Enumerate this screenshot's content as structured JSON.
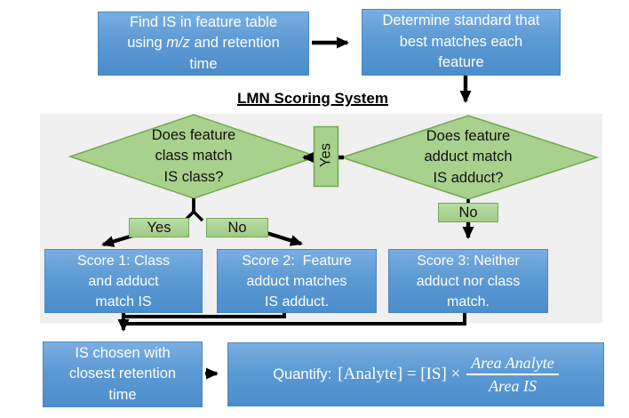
{
  "top": {
    "find_part1": "Find IS in feature table\nusing ",
    "find_italic": "m/z",
    "find_part2": " and retention\ntime",
    "determine": "Determine standard that\nbest matches each\nfeature"
  },
  "scoring": {
    "title": "LMN Scoring System",
    "diamond_class": "Does feature\nclass match\nIS class?",
    "diamond_adduct": "Does feature\nadduct match\nIS adduct?",
    "yes_mid": "Yes",
    "yes_left": "Yes",
    "no_left": "No",
    "no_right": "No",
    "score1": "Score 1: Class\nand adduct\nmatch IS",
    "score2": "Score 2:  Feature\nadduct matches\nIS adduct.",
    "score3": "Score 3: Neither\nadduct nor class\nmatch."
  },
  "bottom": {
    "chosen": "IS chosen with\nclosest retention\ntime",
    "quantify_label": "Quantify:",
    "formula_lhs": "[Analyte] = [IS] ×",
    "fraction_numerator": "Area Analyte",
    "fraction_denominator": "Area IS"
  },
  "colors": {
    "box_blue": "#5b9ad4",
    "box_blue_border": "#4d87bd",
    "green_fill": "#a9d18e",
    "green_border": "#71a850",
    "panel_gray": "#f0f0f1",
    "arrow_black": "#000000",
    "text_white": "#ffffff",
    "text_black": "#111111"
  }
}
